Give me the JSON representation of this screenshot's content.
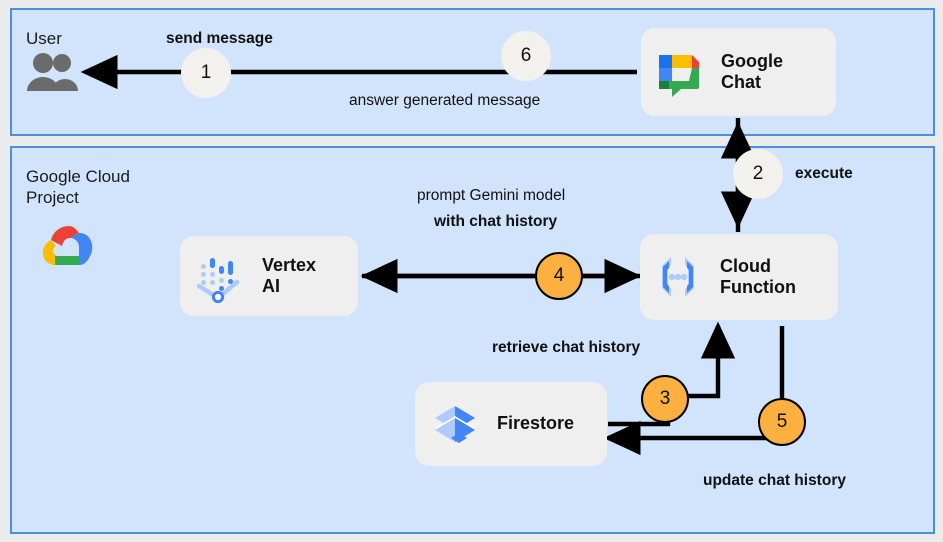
{
  "panels": {
    "user": {
      "title": "User"
    },
    "gcp": {
      "title": "Google Cloud\nProject"
    }
  },
  "nodes": {
    "google_chat": {
      "label": "Google\nChat",
      "icon": "google-chat-icon"
    },
    "vertex_ai": {
      "label": "Vertex\nAI",
      "icon": "vertex-ai-icon"
    },
    "cloud_function": {
      "label": "Cloud\nFunction",
      "icon": "cloud-function-icon"
    },
    "firestore": {
      "label": "Firestore",
      "icon": "firestore-icon"
    },
    "user_actor": {
      "icon": "users-icon"
    },
    "gcp_logo": {
      "icon": "google-cloud-icon"
    }
  },
  "edge_labels": {
    "send_message": "send message",
    "answer_generated": "answer generated message",
    "execute": "execute",
    "prompt_gemini": "prompt Gemini model",
    "with_chat_history": "with chat history",
    "retrieve_history": "retrieve chat history",
    "update_history": "update chat history"
  },
  "badges": {
    "one": "1",
    "two": "2",
    "three": "3",
    "four": "4",
    "five": "5",
    "six": "6"
  },
  "colors": {
    "panel_fill": "#d2e3fc",
    "panel_border": "#4a90e2",
    "node_fill": "#efefef",
    "badge_orange": "#fbb03f",
    "badge_gray": "#f3f1ee",
    "page_bg": "#ebebeb",
    "arrow": "#000000"
  }
}
